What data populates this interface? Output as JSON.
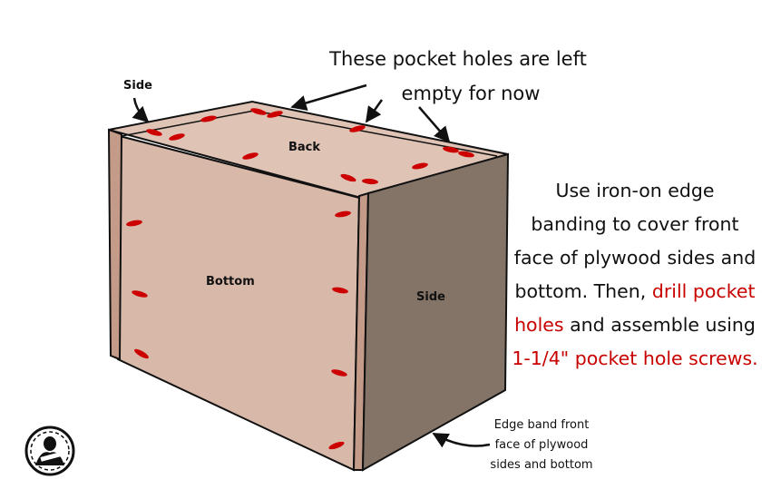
{
  "labels": {
    "side_top": "Side",
    "back": "Back",
    "bottom": "Bottom",
    "side_right": "Side"
  },
  "notes": {
    "pocket_holes_line1": "These pocket holes are left",
    "pocket_holes_line2": "empty for now",
    "edge_banding_line1": "Use iron-on edge",
    "edge_banding_line2": "banding to cover front",
    "edge_banding_line3": "face of plywood sides and",
    "edge_banding_line4_black": "bottom. Then,",
    "edge_banding_line4_red": "drill pocket",
    "edge_banding_line5_red": "holes",
    "edge_banding_line5_black": "and assemble using",
    "edge_banding_line6_red": "1-1/4\" pocket hole screws.",
    "edge_band_front_line1": "Edge band front",
    "edge_band_front_line2": "face of plywood",
    "edge_band_front_line3": "sides and bottom"
  },
  "colors": {
    "panel_front": "#d8b8a8",
    "panel_top": "#dfc3b5",
    "panel_side": "#847467",
    "edge_strip": "#c49a88",
    "pocket_hole": "#cc0000",
    "highlight_text": "#c80000"
  },
  "icons": {
    "logo": "woodworker-logo-icon"
  }
}
